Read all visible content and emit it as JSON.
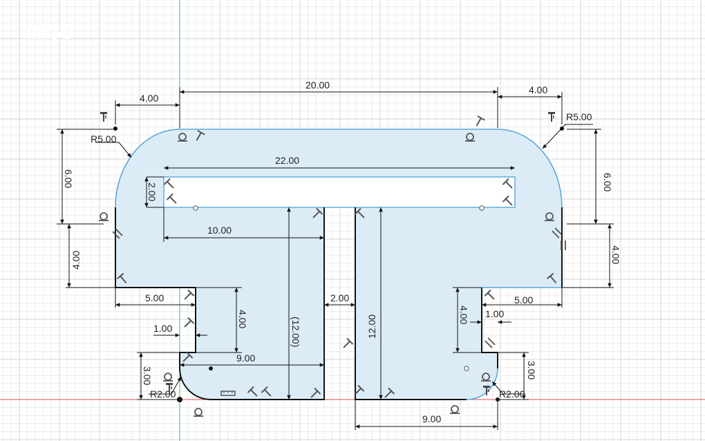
{
  "badge": {
    "label": "IMG6"
  },
  "colors": {
    "profile_fill": "#dcecf7",
    "profile_edge_selected": "#5aa8d8",
    "edge_black": "#111111",
    "grid_minor": "#e6e6e6",
    "grid_major": "#cfcfcf",
    "axis_red": "#e04848",
    "axis_green": "#49c467",
    "badge_red": "#e8323c"
  },
  "dimensions": {
    "left_top_offset": "4.00",
    "top_span": "20.00",
    "right_top_offset": "4.00",
    "left_radius": "R5.00",
    "right_radius": "R5.00",
    "left_vertical_6": "6.00",
    "right_vertical_6": "6.00",
    "slot_length": "22.00",
    "slot_height": "2.00",
    "left_arm_length": "10.00",
    "left_vertical_4": "4.00",
    "right_vertical_4": "4.00",
    "left_step_5": "5.00",
    "right_step_5": "5.00",
    "left_notch_1": "1.00",
    "right_notch_1": "1.00",
    "left_inner_4": "4.00",
    "right_inner_4": "4.00",
    "left_stem_reference": "(12.00)",
    "right_stem_12": "12.00",
    "center_gap": "2.00",
    "left_bottom_9": "9.00",
    "right_bottom_9": "9.00",
    "left_fillet_3": "3.00",
    "right_fillet_3": "3.00",
    "left_fillet_radius": "R2.00",
    "right_fillet_radius": "R2.00"
  },
  "constraint_icons": [
    "tangent-constraint-icon",
    "perpendicular-constraint-icon",
    "parallel-constraint-icon",
    "fix-constraint-icon",
    "midpoint-icon"
  ]
}
